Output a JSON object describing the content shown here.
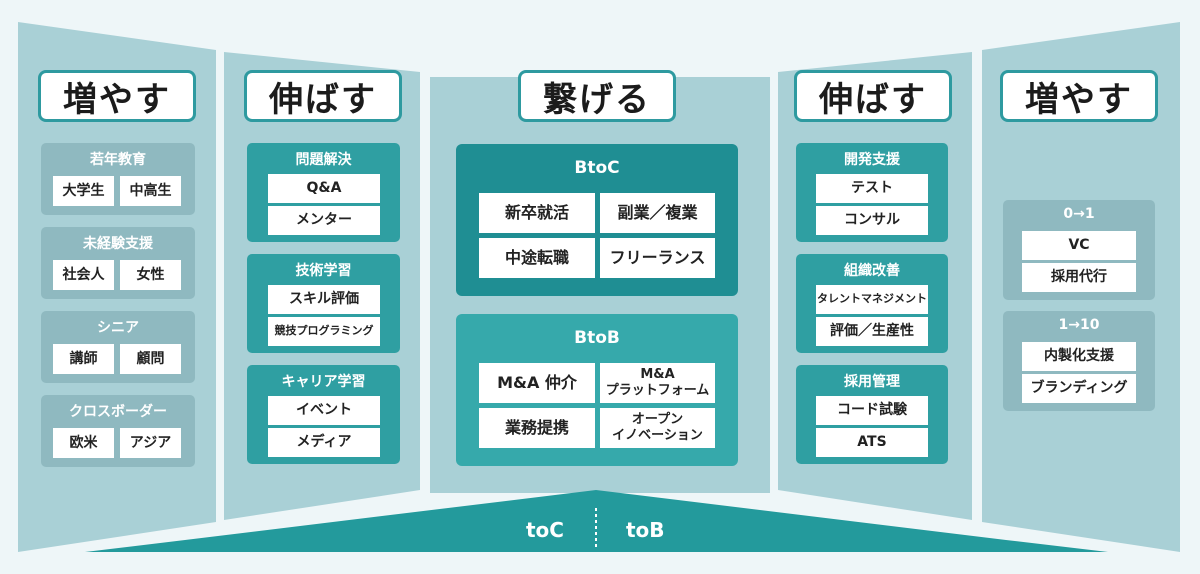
{
  "columns": [
    {
      "title": "増やす",
      "groups": [
        {
          "title": "若年教育",
          "items": [
            "大学生",
            "中高生"
          ]
        },
        {
          "title": "未経験支援",
          "items": [
            "社会人",
            "女性"
          ]
        },
        {
          "title": "シニア",
          "items": [
            "講師",
            "顧問"
          ]
        },
        {
          "title": "クロスボーダー",
          "items": [
            "欧米",
            "アジア"
          ]
        }
      ]
    },
    {
      "title": "伸ばす",
      "groups": [
        {
          "title": "問題解決",
          "items": [
            "Q&A",
            "メンター"
          ]
        },
        {
          "title": "技術学習",
          "items": [
            "スキル評価",
            "競技プログラミング"
          ]
        },
        {
          "title": "キャリア学習",
          "items": [
            "イベント",
            "メディア"
          ]
        }
      ]
    },
    {
      "title": "繋げる",
      "blocks": [
        {
          "title": "BtoC",
          "items": [
            "新卒就活",
            "副業／複業",
            "中途転職",
            "フリーランス"
          ]
        },
        {
          "title": "BtoB",
          "items": [
            "M&A 仲介",
            "M&A\nプラットフォーム",
            "業務提携",
            "オープン\nイノベーション"
          ]
        }
      ]
    },
    {
      "title": "伸ばす",
      "groups": [
        {
          "title": "開発支援",
          "items": [
            "テスト",
            "コンサル"
          ]
        },
        {
          "title": "組織改善",
          "items": [
            "タレントマネジメント",
            "評価／生産性"
          ]
        },
        {
          "title": "採用管理",
          "items": [
            "コード試験",
            "ATS"
          ]
        }
      ]
    },
    {
      "title": "増やす",
      "groups": [
        {
          "title": "0→1",
          "items": [
            "VC",
            "採用代行"
          ]
        },
        {
          "title": "1→10",
          "items": [
            "内製化支援",
            "ブランディング"
          ]
        }
      ]
    }
  ],
  "base": {
    "left": "toC",
    "right": "toB"
  },
  "colors": {
    "accent": "#2e9aa0",
    "panel": "#a9d0d6",
    "group": "#8fb9c0",
    "teal": "#2f9fa2",
    "dark_block": "#1f8e93"
  }
}
